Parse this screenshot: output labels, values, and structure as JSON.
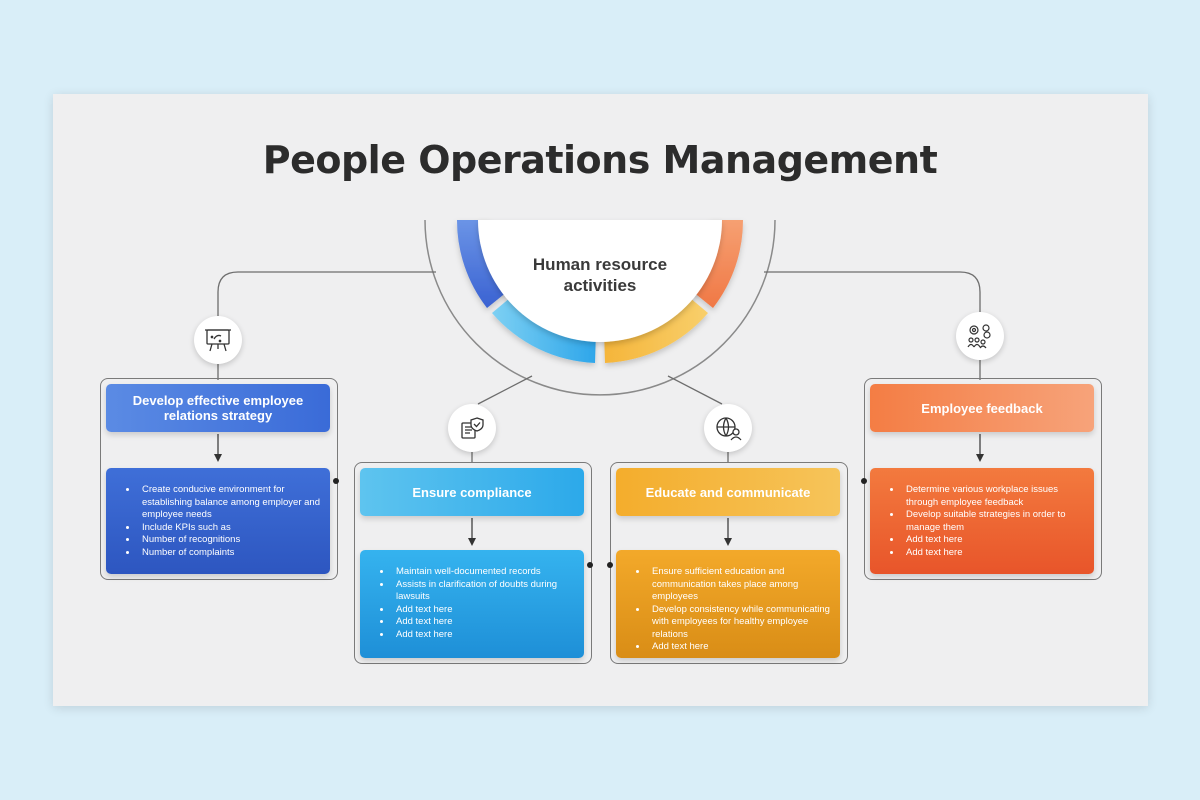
{
  "title": "People Operations Management",
  "hub": {
    "label": "Human resource activities"
  },
  "colors": {
    "blue": "#3f6fd8",
    "sky": "#2ca9ea",
    "gold": "#f3a92a",
    "orange": "#f07540"
  },
  "branches": [
    {
      "icon": "presentation-board-icon",
      "heading": "Develop effective employee relations strategy",
      "items": [
        "Create conducive environment for establishing balance among employer and employee needs",
        "Include KPIs such as",
        "Number of recognitions",
        "Number of complaints"
      ]
    },
    {
      "icon": "compliance-document-icon",
      "heading": "Ensure compliance",
      "items": [
        "Maintain well-documented records",
        "Assists in clarification of doubts during lawsuits",
        "Add text here",
        "Add text here",
        "Add text here"
      ]
    },
    {
      "icon": "global-communication-icon",
      "heading": "Educate and communicate",
      "items": [
        "Ensure sufficient education and communication takes place among employees",
        "Develop consistency while communicating with employees for healthy employee relations",
        "Add text here"
      ]
    },
    {
      "icon": "feedback-team-icon",
      "heading": "Employee feedback",
      "items": [
        "Determine various workplace issues through employee feedback",
        "Develop suitable strategies in order to manage them",
        "Add text here",
        "Add text here"
      ]
    }
  ]
}
